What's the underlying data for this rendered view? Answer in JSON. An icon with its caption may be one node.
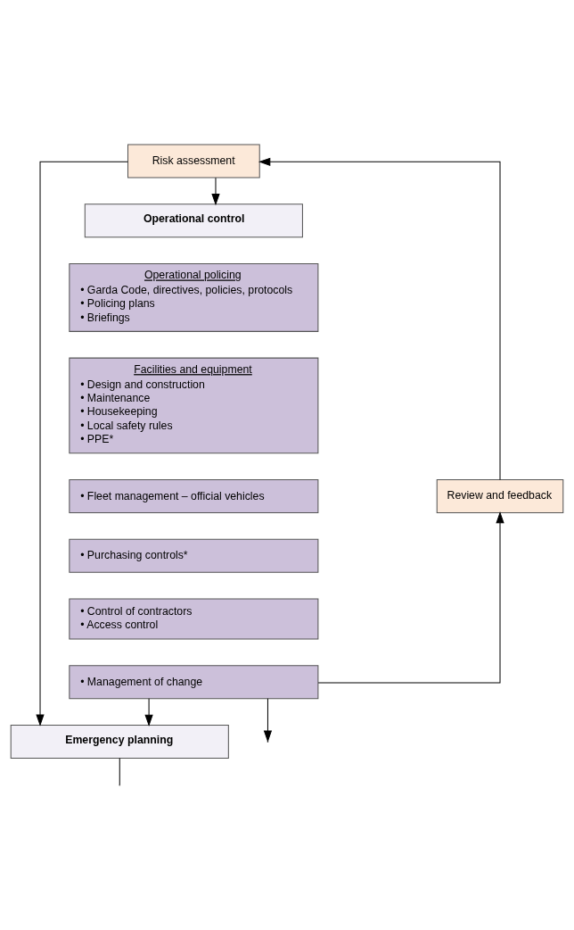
{
  "diagram": {
    "nodes": [
      {
        "text": [
          "Risk assessment"
        ]
      },
      {
        "text": [
          "Operational control"
        ]
      },
      {
        "text": [
          "Operational policing",
          "• Garda Code, directives, policies, protocols",
          "• Policing plans",
          "• Briefings"
        ]
      },
      {
        "text": [
          "Facilities and equipment",
          "• Design and construction",
          "• Maintenance",
          "• Housekeeping",
          "• Local safety rules",
          "• PPE*"
        ]
      },
      {
        "text": [
          "• Fleet management – official vehicles"
        ]
      },
      {
        "text": [
          "• Purchasing controls*"
        ]
      },
      {
        "text": [
          "• Control of contractors",
          "• Access control"
        ]
      },
      {
        "text": [
          "• Management of change"
        ]
      },
      {
        "text": [
          "Review and feedback"
        ]
      },
      {
        "text": [
          "Emergency planning"
        ]
      }
    ],
    "edges": [
      {
        "from": 0,
        "to": 1,
        "arrow": "to"
      },
      {
        "from": 0,
        "to": 9,
        "arrow": "to"
      },
      {
        "from": 7,
        "to": 9,
        "arrow": "to"
      },
      {
        "from": 7,
        "to": 8,
        "arrow": "to"
      },
      {
        "from": 7,
        "to": null,
        "arrow": "to"
      },
      {
        "from": 8,
        "to": 0,
        "arrow": "to"
      },
      {
        "from": 9,
        "to": null,
        "arrow": "none"
      }
    ]
  }
}
